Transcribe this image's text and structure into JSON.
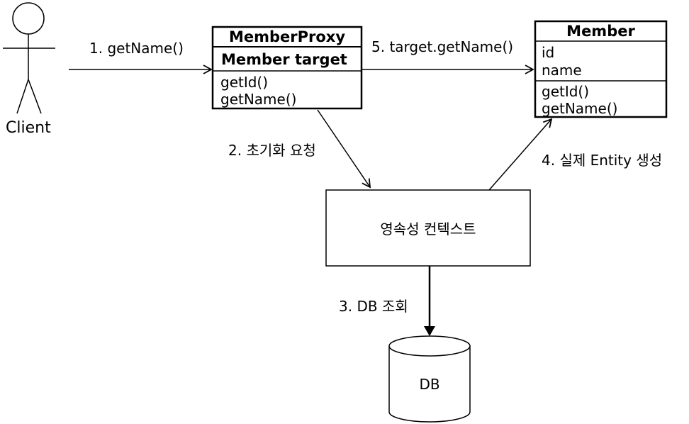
{
  "actor": {
    "label": "Client"
  },
  "proxy": {
    "title": "MemberProxy",
    "field": "Member target",
    "methods": [
      "getId()",
      "getName()"
    ]
  },
  "member": {
    "title": "Member",
    "fields": [
      "id",
      "name"
    ],
    "methods": [
      "getId()",
      "getName()"
    ]
  },
  "context": {
    "label": "영속성 컨텍스트"
  },
  "db": {
    "label": "DB"
  },
  "steps": [
    {
      "label": "1. getName()"
    },
    {
      "label": "2. 초기화 요청"
    },
    {
      "label": "3. DB 조회"
    },
    {
      "label": "4. 실제 Entity 생성"
    },
    {
      "label": "5. target.getName()"
    }
  ]
}
